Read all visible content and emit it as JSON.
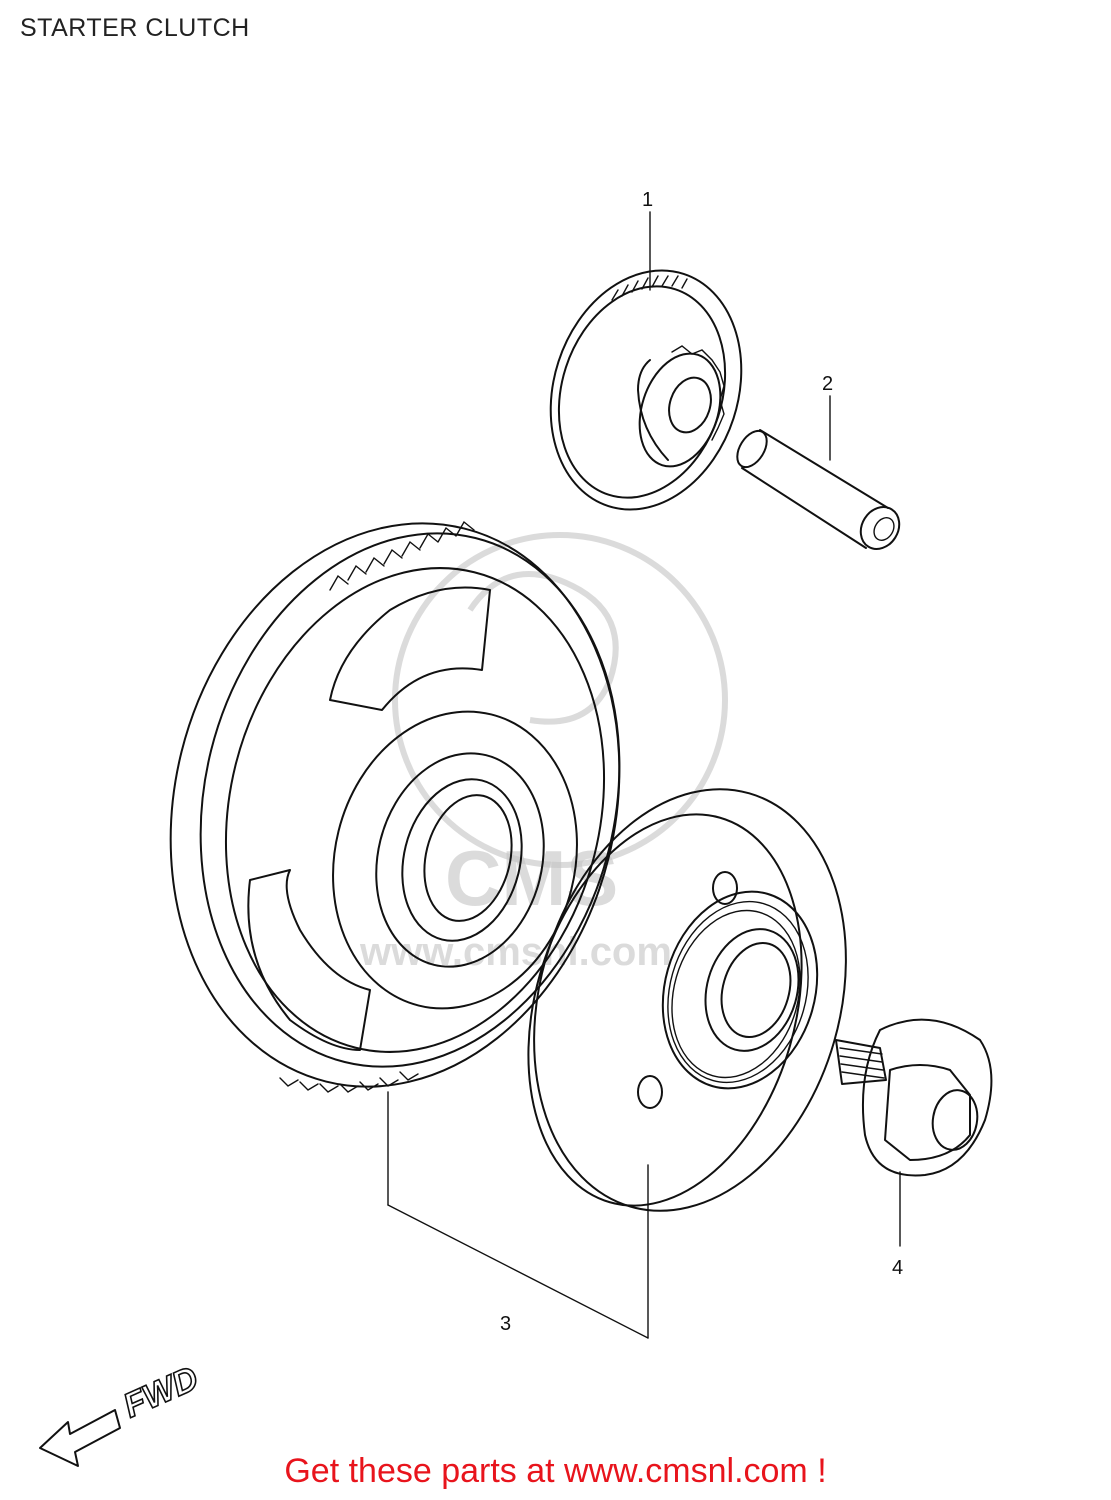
{
  "page": {
    "title": "STARTER CLUTCH"
  },
  "callouts": [
    {
      "id": "1",
      "label": "1"
    },
    {
      "id": "2",
      "label": "2"
    },
    {
      "id": "3",
      "label": "3"
    },
    {
      "id": "4",
      "label": "4"
    }
  ],
  "direction": {
    "label": "FWD",
    "icon": "arrow-left-icon"
  },
  "watermark": {
    "brand": "CMS",
    "url": "www.cmsnl.com",
    "icon": "cms-logo-watermark"
  },
  "promo": {
    "text": "Get these parts at www.cmsnl.com !",
    "color": "#e8141c"
  }
}
